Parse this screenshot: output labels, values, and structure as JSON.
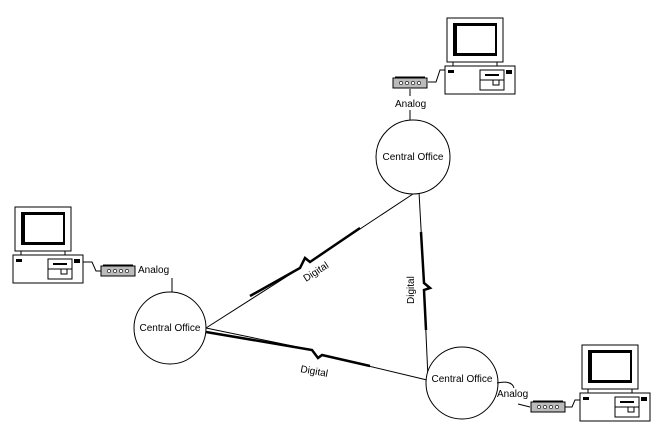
{
  "nodes": {
    "top": {
      "office_label": "Central Office",
      "link_label": "Analog"
    },
    "left": {
      "office_label": "Central Office",
      "link_label": "Analog"
    },
    "bottom": {
      "office_label": "Central Office",
      "link_label": "Analog"
    }
  },
  "links": {
    "left_top": "Digital",
    "top_bottom": "Digital",
    "left_bottom": "Digital"
  }
}
